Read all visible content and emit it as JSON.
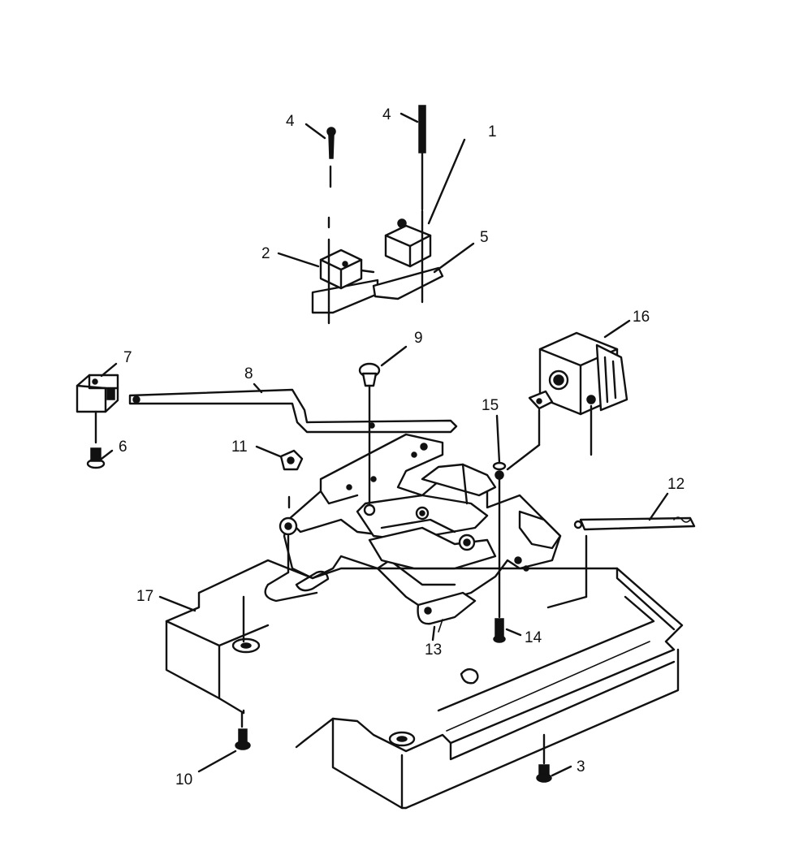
{
  "diagram": {
    "callouts": [
      {
        "id": "c1",
        "label": "1"
      },
      {
        "id": "c2",
        "label": "2"
      },
      {
        "id": "c3",
        "label": "3"
      },
      {
        "id": "c4a",
        "label": "4"
      },
      {
        "id": "c4b",
        "label": "4"
      },
      {
        "id": "c5",
        "label": "5"
      },
      {
        "id": "c6",
        "label": "6"
      },
      {
        "id": "c7",
        "label": "7"
      },
      {
        "id": "c8",
        "label": "8"
      },
      {
        "id": "c9",
        "label": "9"
      },
      {
        "id": "c10",
        "label": "10"
      },
      {
        "id": "c11",
        "label": "11"
      },
      {
        "id": "c12",
        "label": "12"
      },
      {
        "id": "c13",
        "label": "13"
      },
      {
        "id": "c14",
        "label": "14"
      },
      {
        "id": "c15",
        "label": "15"
      },
      {
        "id": "c16",
        "label": "16"
      },
      {
        "id": "c17",
        "label": "17"
      }
    ]
  }
}
